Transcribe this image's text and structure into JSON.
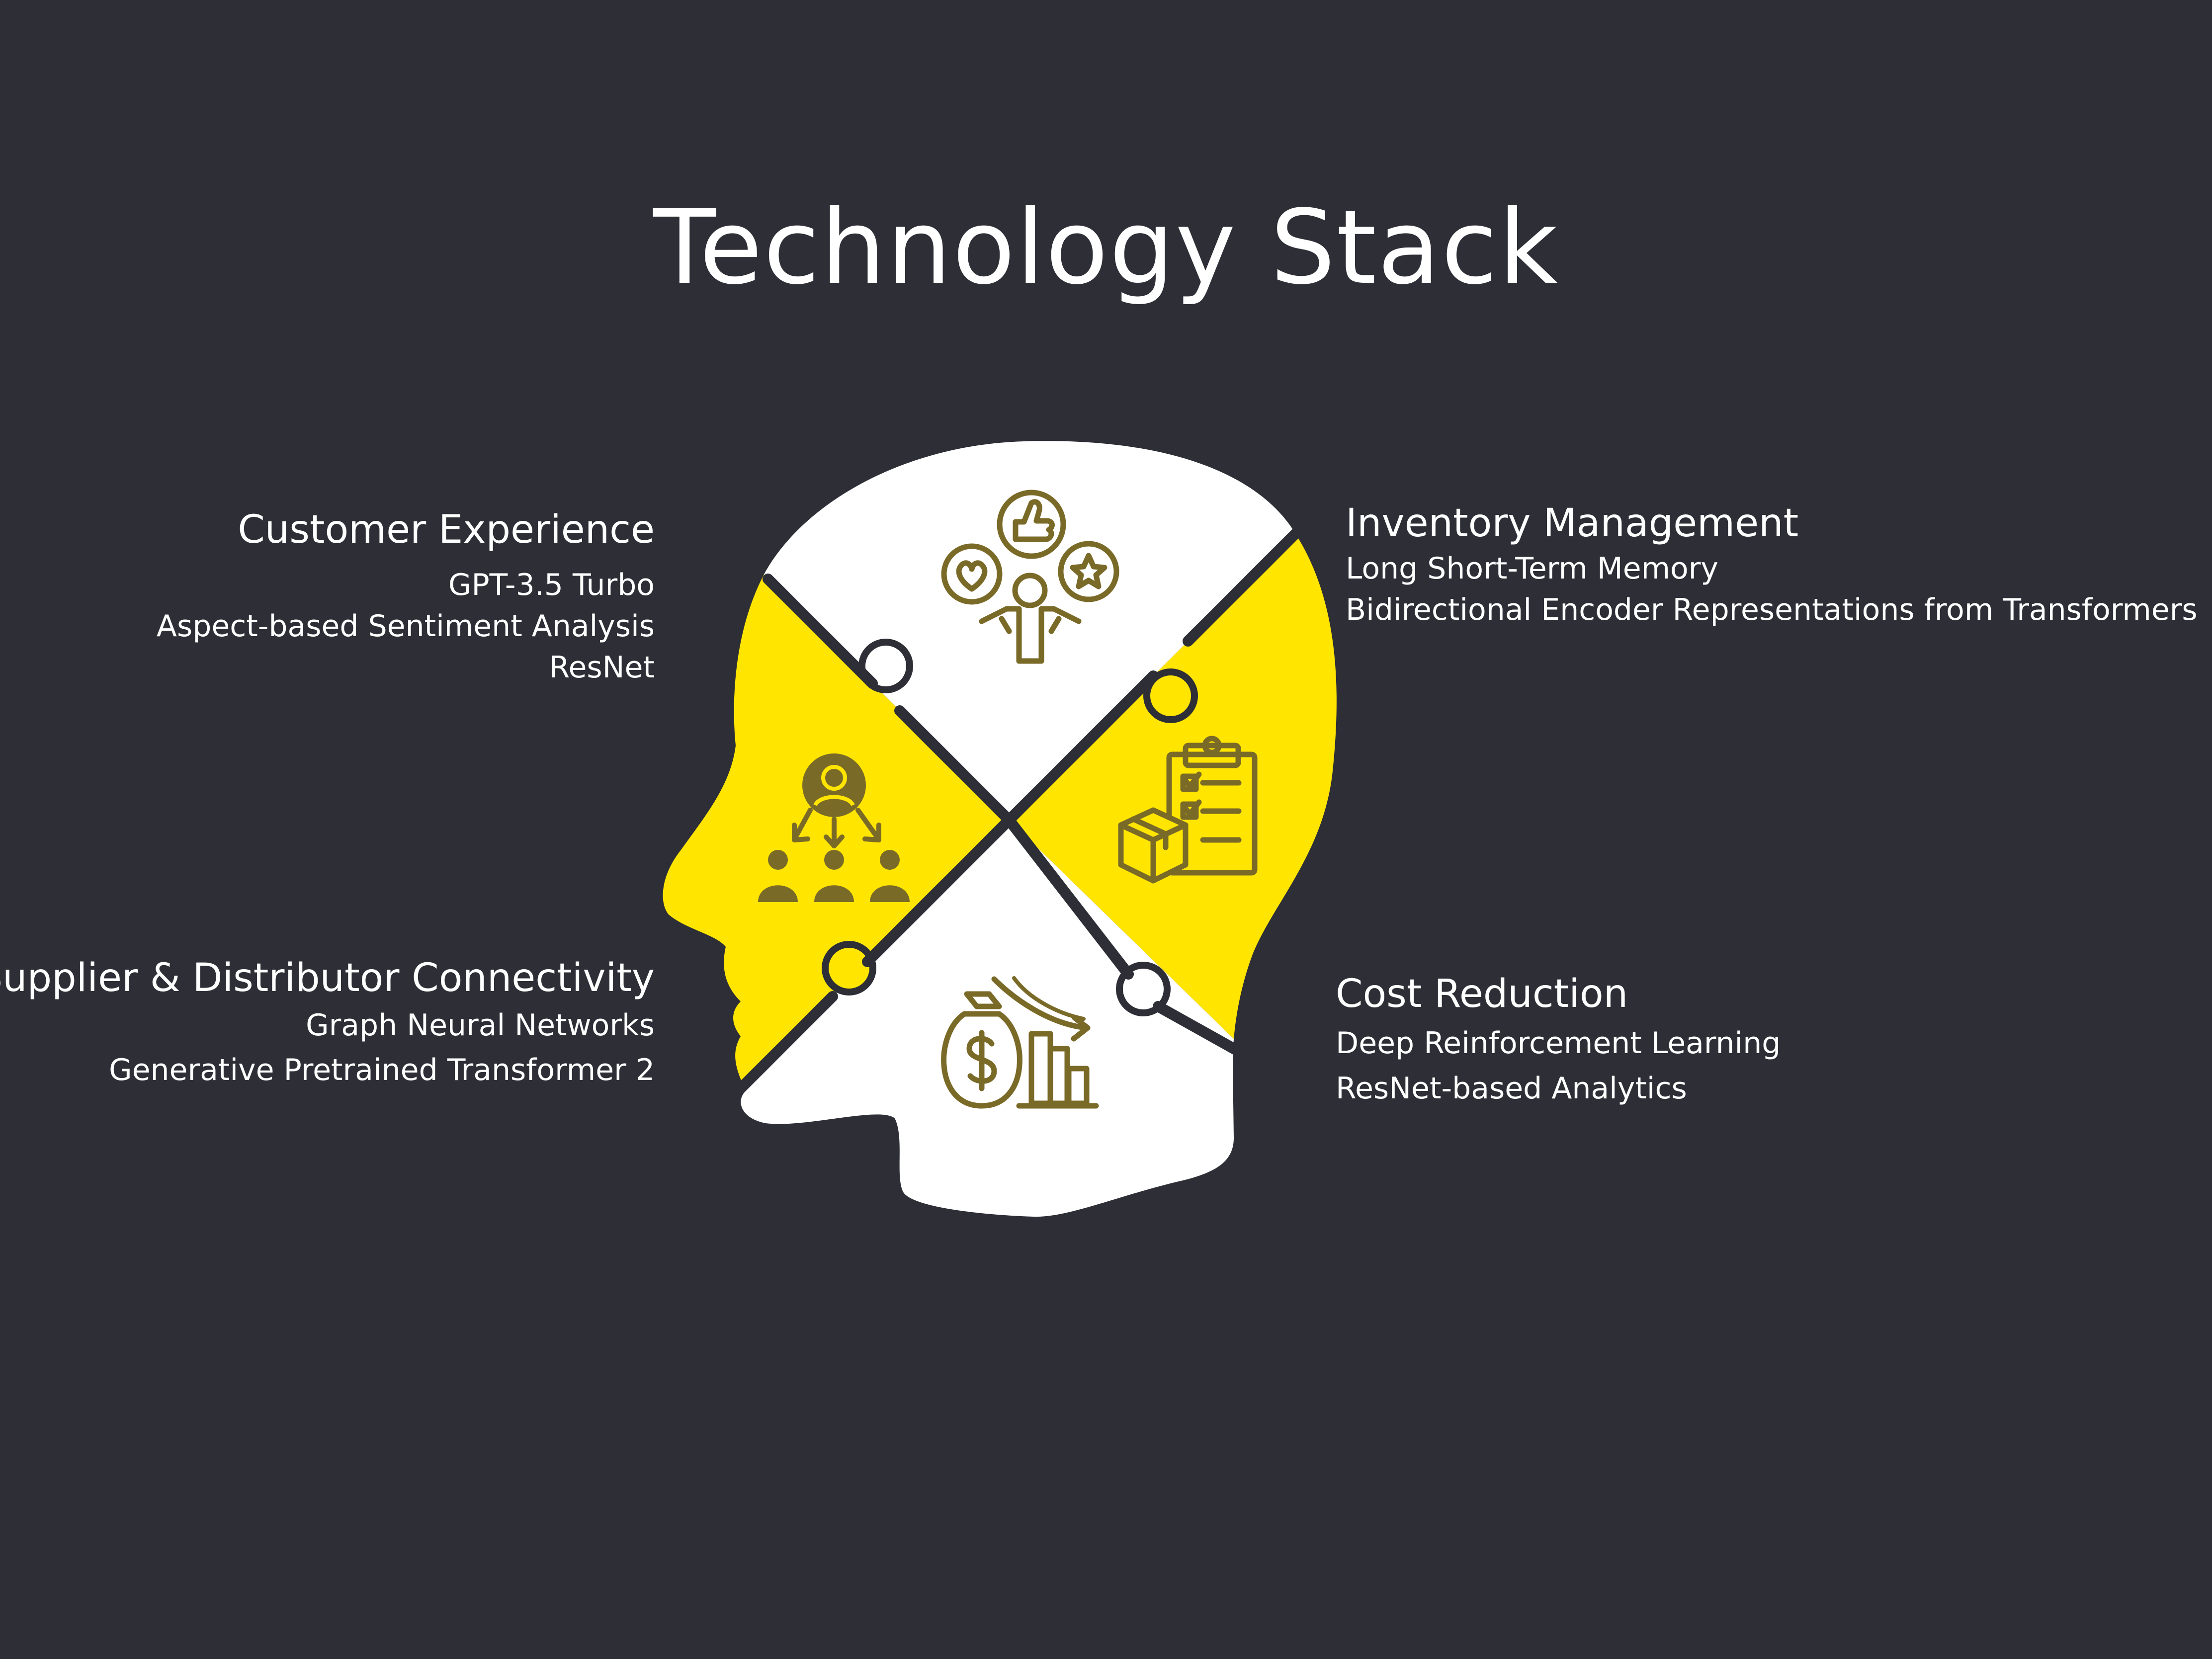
{
  "title": "Technology Stack",
  "colors": {
    "background": "#2d2e36",
    "accent_yellow": "#ffe500",
    "piece_white": "#ffffff",
    "icon_olive": "#7a6a28",
    "text": "#ffffff"
  },
  "sections": {
    "customer_experience": {
      "heading": "Customer Experience",
      "items": [
        "GPT-3.5 Turbo",
        "Aspect-based Sentiment Analysis",
        "ResNet"
      ],
      "icon": "feedback-icon"
    },
    "inventory_management": {
      "heading": "Inventory Management",
      "items": [
        "Long Short-Term Memory",
        "Bidirectional Encoder Representations from Transformers"
      ],
      "icon": "inventory-checklist-icon"
    },
    "supplier_connectivity": {
      "heading": "Supplier & Distributor Connectivity",
      "items": [
        "Graph Neural Networks",
        "Generative Pretrained Transformer 2"
      ],
      "icon": "network-people-icon"
    },
    "cost_reduction": {
      "heading": "Cost Reduction",
      "items": [
        "Deep Reinforcement Learning",
        "ResNet-based Analytics"
      ],
      "icon": "money-bag-chart-icon"
    }
  }
}
